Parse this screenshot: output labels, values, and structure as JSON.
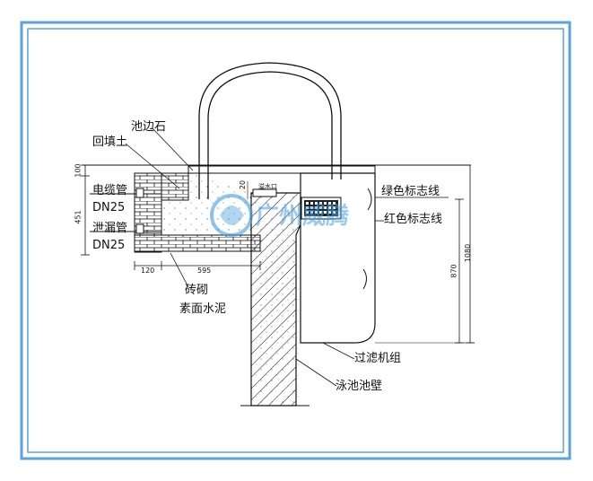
{
  "labels": {
    "pool_edge_stone": "池边石",
    "backfill_soil": "回填土",
    "cable_pipe": "电缆管",
    "dn25_top": "DN25",
    "drain_pipe": "泄漏管",
    "dn25_bottom": "DN25",
    "brickwork": "砖砌",
    "plain_cement": "素面水泥",
    "green_line": "绿色标志线",
    "red_line": "红色标志线",
    "filter_unit": "过滤机组",
    "pool_wall": "泳池池壁"
  },
  "dimensions": {
    "d_100": "100",
    "d_451": "451",
    "d_120": "120",
    "d_595": "595",
    "d_20": "20",
    "d_870": "870",
    "d_1080": "1080",
    "overflow_port": "溢水口"
  },
  "watermark": {
    "text": "广州威腾",
    "color": "#46a0e1"
  },
  "colors": {
    "frame_border": "#5aa2e0",
    "line": "#111111"
  }
}
